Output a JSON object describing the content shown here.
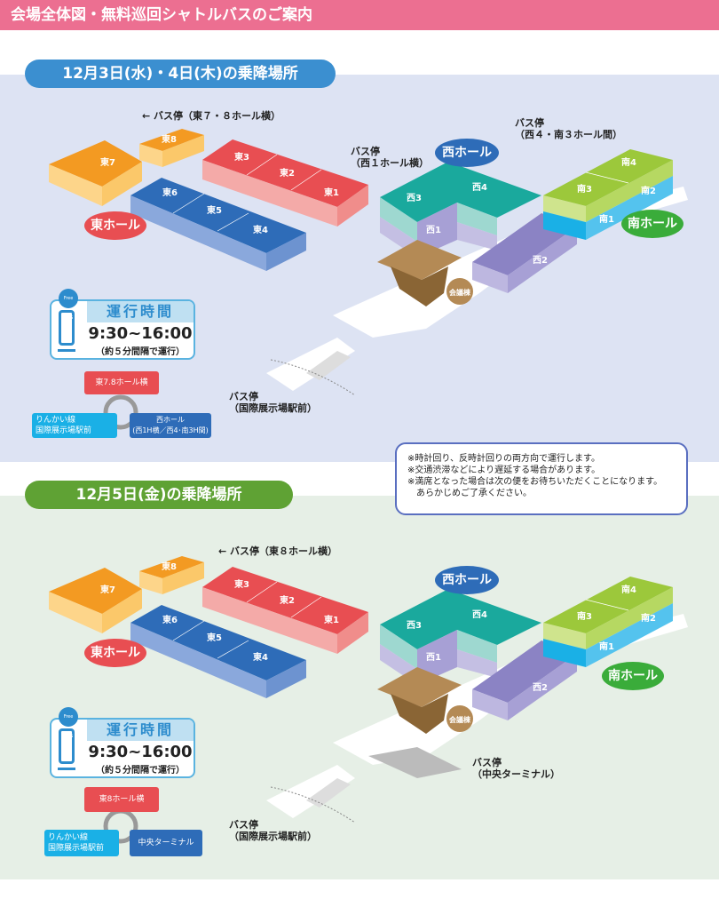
{
  "header": {
    "title": "会場全体図・無料巡回シャトルバスのご案内"
  },
  "halls": {
    "e1": "東1",
    "e2": "東2",
    "e3": "東3",
    "e4": "東4",
    "e5": "東5",
    "e6": "東6",
    "e7": "東7",
    "e8": "東8",
    "w1": "西1",
    "w2": "西2",
    "w3": "西3",
    "w4": "西4",
    "s1": "南1",
    "s2": "南2",
    "s3": "南3",
    "s4": "南4",
    "conf": "会議棟",
    "east": "東ホール",
    "west": "西ホール",
    "south": "南ホール"
  },
  "section1": {
    "title": "12月3日(水)・4日(木)の乗降場所",
    "stops": {
      "e78": "← バス停（東７・８ホール横）",
      "w1a": "バス停",
      "w1b": "（西１ホール横）",
      "w4a": "バス停",
      "w4b": "（西４・南３ホール間）",
      "stna": "バス停",
      "stnb": "（国際展示場駅前）"
    },
    "timetable": {
      "badge": "Free BUS",
      "title": "運行時間",
      "time": "9:30~16:00",
      "note": "（約５分間隔で運行）"
    },
    "route": {
      "top": "東7.8ホール横",
      "left1": "りんかい線",
      "left2": "国際展示場駅前",
      "right1": "西ホール",
      "right2": "(西1H横／西4･南3H間)"
    }
  },
  "notes": [
    "※時計回り、反時計回りの両方向で運行します。",
    "※交通渋滞などにより遅延する場合があります。",
    "※満席となった場合は次の便をお待ちいただくことになります。",
    "　あらかじめご了承ください。"
  ],
  "section2": {
    "title": "12月5日(金)の乗降場所",
    "stops": {
      "e8": "← バス停（東８ホール横）",
      "cta": "バス停",
      "ctb": "（中央ターミナル）",
      "stna": "バス停",
      "stnb": "（国際展示場駅前）"
    },
    "timetable": {
      "badge": "Free BUS",
      "title": "運行時間",
      "time": "9:30~16:00",
      "note": "（約５分間隔で運行）"
    },
    "route": {
      "top": "東8ホール横",
      "left1": "りんかい線",
      "left2": "国際展示場駅前",
      "right1": "中央ターミナル"
    }
  },
  "colors": {
    "header": "#ec6f91",
    "sec1": "#3b8fd0",
    "sec2": "#5fa234",
    "east_red": "#e84e52",
    "east_blue": "#2e6cb8",
    "east_orange": "#f39a22",
    "west_teal": "#1aa99d",
    "west_purple": "#8b83c4",
    "south_green": "#9cc83b",
    "south_cyan": "#1ab0e6"
  }
}
